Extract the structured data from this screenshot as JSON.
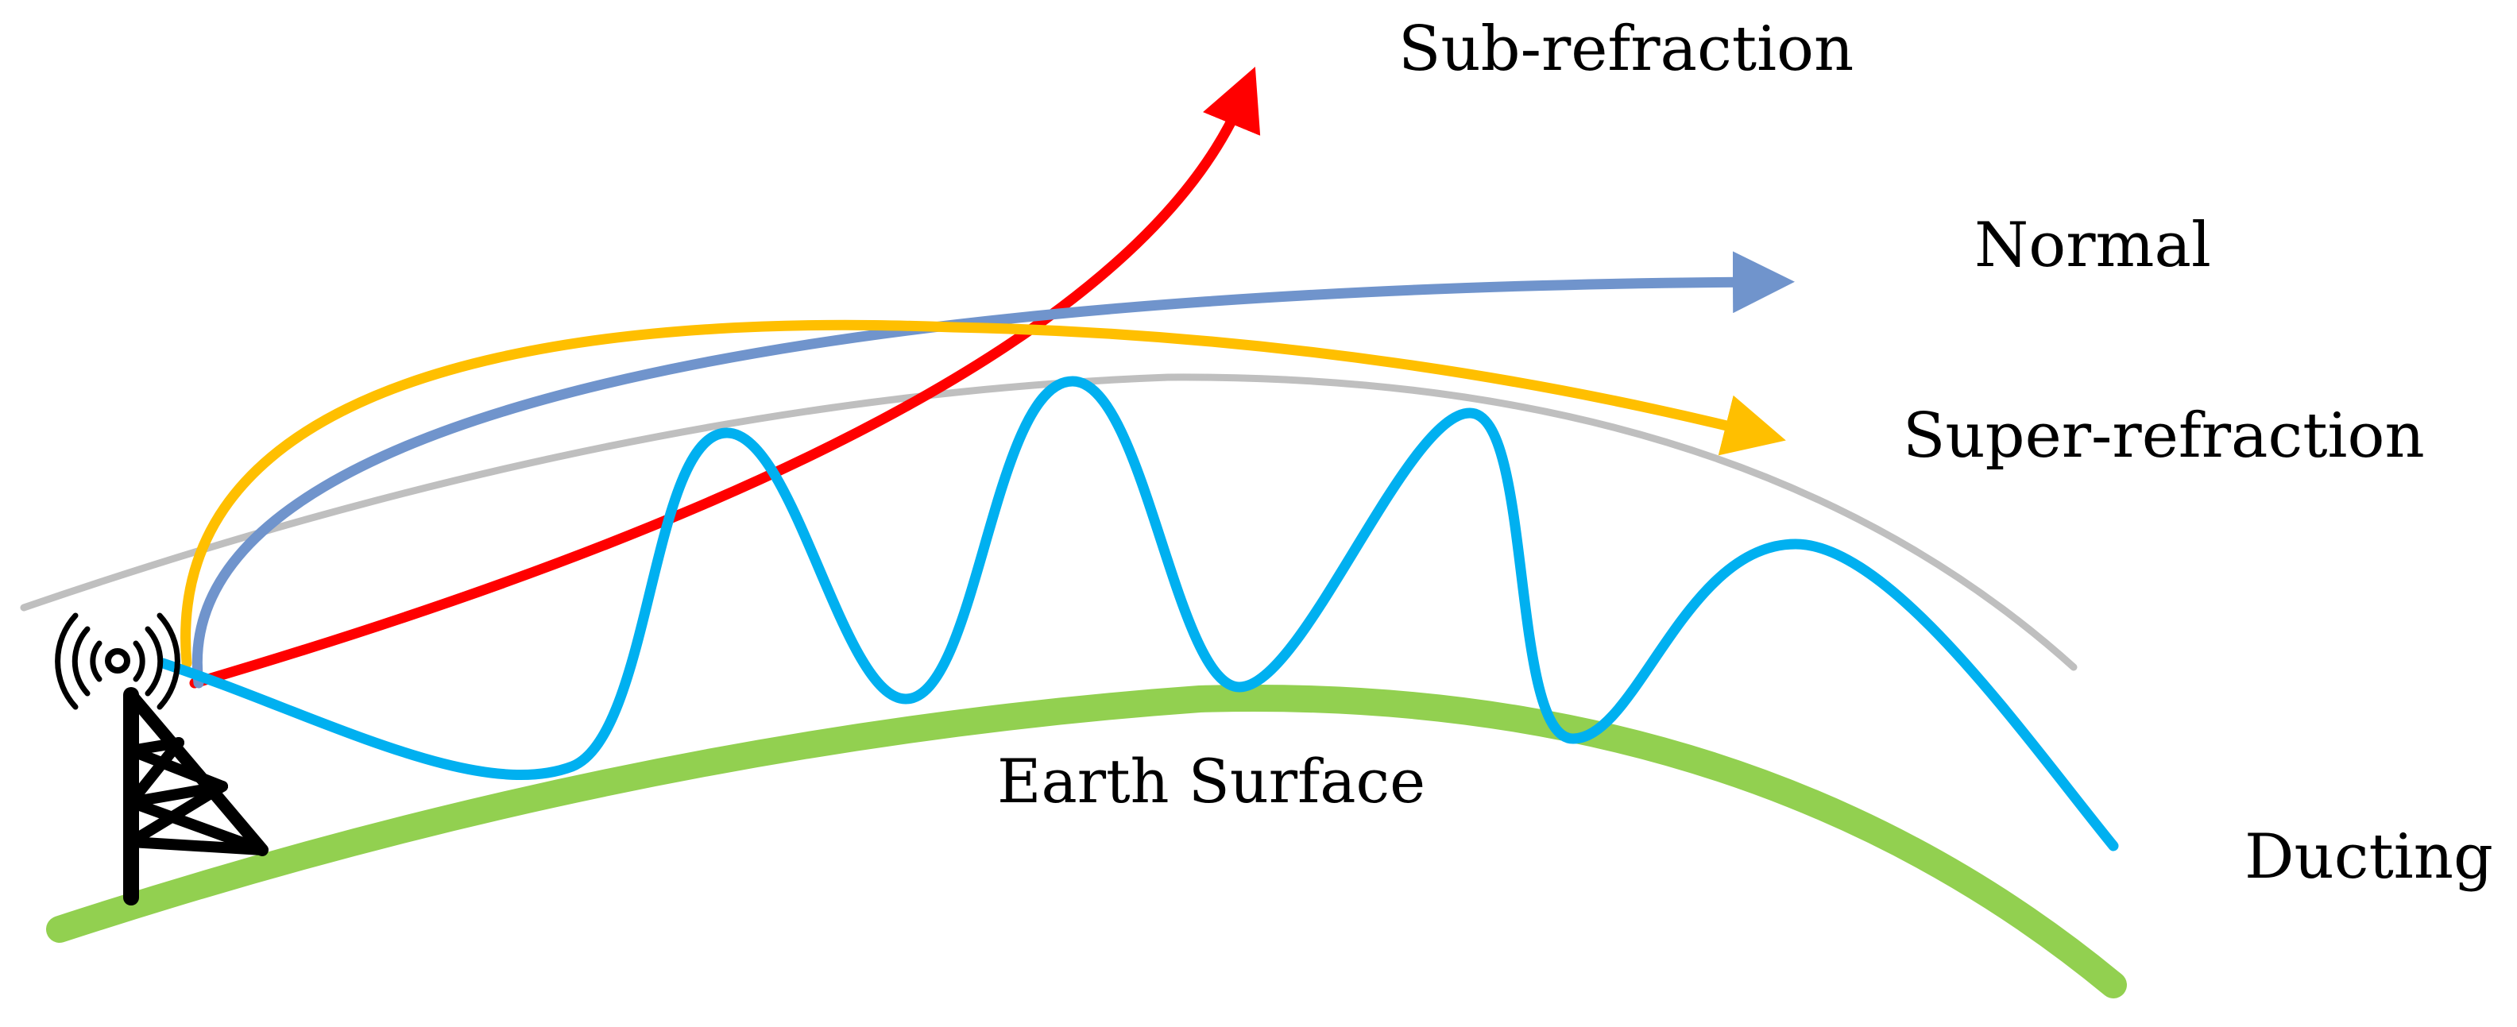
{
  "labels": {
    "sub_refraction": "Sub-refraction",
    "normal": "Normal",
    "super_refraction": "Super-refraction",
    "ducting": "Ducting",
    "earth_surface": "Earth Surface"
  },
  "colors": {
    "sub_refraction": "#ff0000",
    "normal": "#7094cc",
    "super_refraction": "#ffbf00",
    "ducting": "#00b0f0",
    "earth_surface": "#92d050",
    "reference_arc": "#bfbfbf",
    "tower": "#000000"
  },
  "icons": {
    "transmitter": "radio-tower-icon"
  }
}
